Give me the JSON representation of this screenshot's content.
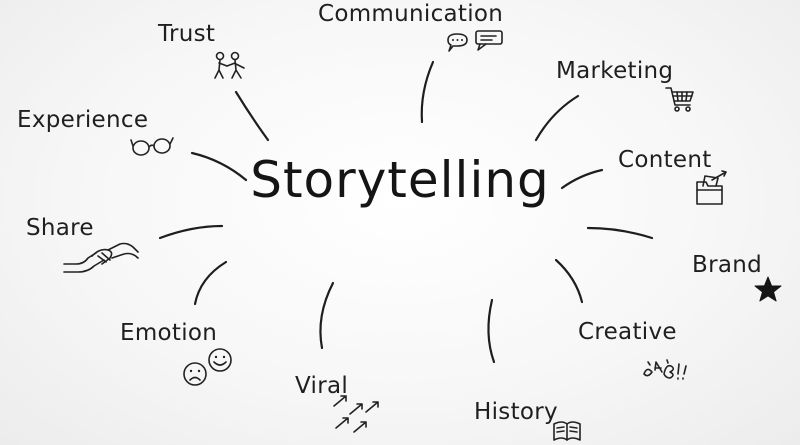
{
  "center": {
    "label": "Storytelling"
  },
  "branches": [
    {
      "label": "Trust",
      "icon": "handshake-people-icon"
    },
    {
      "label": "Communication",
      "icon": "speech-bubbles-icon"
    },
    {
      "label": "Marketing",
      "icon": "shopping-cart-icon"
    },
    {
      "label": "Experience",
      "icon": "glasses-icon"
    },
    {
      "label": "Content",
      "icon": "folder-icon"
    },
    {
      "label": "Share",
      "icon": "handing-over-icon"
    },
    {
      "label": "Brand",
      "icon": "star-icon"
    },
    {
      "label": "Emotion",
      "icon": "faces-icon"
    },
    {
      "label": "Creative",
      "icon": "sparkle-doodle-icon"
    },
    {
      "label": "Viral",
      "icon": "arrows-icon"
    },
    {
      "label": "History",
      "icon": "book-icon"
    }
  ]
}
